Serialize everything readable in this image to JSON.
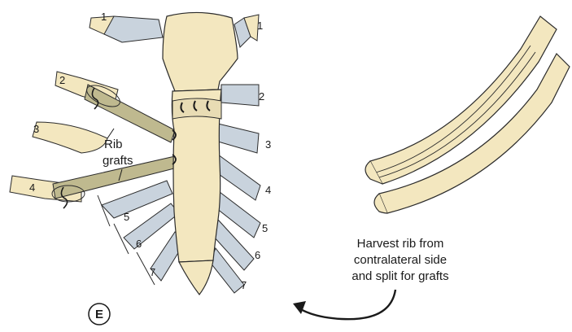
{
  "panel_label": "E",
  "rib_numbers": {
    "left": [
      "1",
      "2",
      "3",
      "4",
      "5",
      "6",
      "7"
    ],
    "right": [
      "1",
      "2",
      "3",
      "4",
      "5",
      "6",
      "7"
    ]
  },
  "graft_label": [
    "Rib",
    "grafts"
  ],
  "harvest_note": [
    "Harvest rib from",
    "contralateral side",
    "and split for grafts"
  ],
  "colors": {
    "bone": "#f3e7bf",
    "cartilage": "#c9d3dd",
    "graft": "#bfb98f",
    "outline": "#2b2b2b"
  }
}
